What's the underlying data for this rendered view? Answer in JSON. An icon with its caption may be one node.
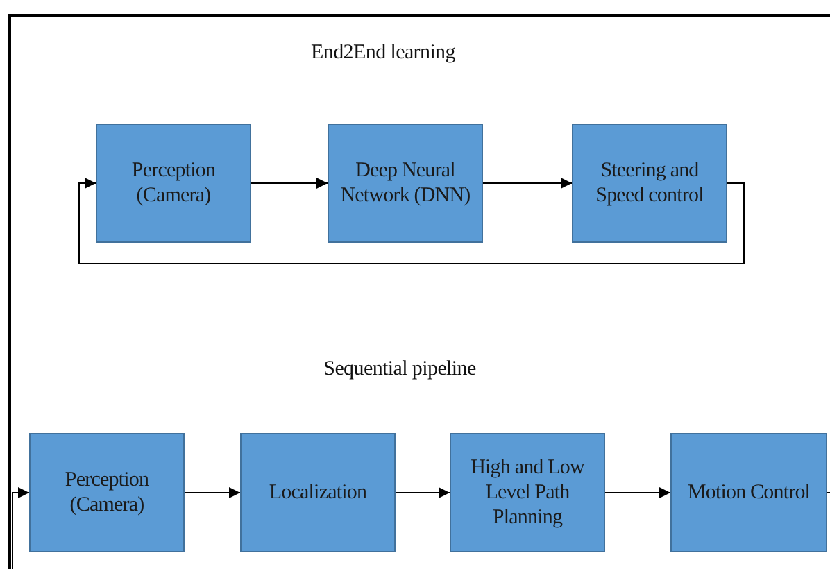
{
  "diagram": {
    "nodes": [
      {
        "text": [
          "Perception (Camera)"
        ]
      },
      {
        "text": [
          "Deep Neural Network (DNN)"
        ]
      },
      {
        "text": [
          "Steering and Speed control"
        ]
      },
      {
        "text": [
          "Perception (Camera)"
        ]
      },
      {
        "text": [
          "Localization"
        ]
      },
      {
        "text": [
          "High and Low Level Path Planning"
        ]
      },
      {
        "text": [
          "Motion Control"
        ]
      }
    ],
    "edges": [
      {
        "from": 0,
        "to": 1,
        "arrow": "to"
      },
      {
        "from": 1,
        "to": 2,
        "arrow": "to"
      },
      {
        "from": 2,
        "to": 0,
        "arrow": "to"
      },
      {
        "from": 3,
        "to": 4,
        "arrow": "to"
      },
      {
        "from": 4,
        "to": 5,
        "arrow": "to"
      },
      {
        "from": 5,
        "to": 6,
        "arrow": "to"
      },
      {
        "from": null,
        "to": 3,
        "arrow": "to"
      },
      {
        "from": 6,
        "to": null,
        "arrow": "none"
      }
    ],
    "labels": [
      "End2End learning",
      "Sequential pipeline"
    ]
  }
}
